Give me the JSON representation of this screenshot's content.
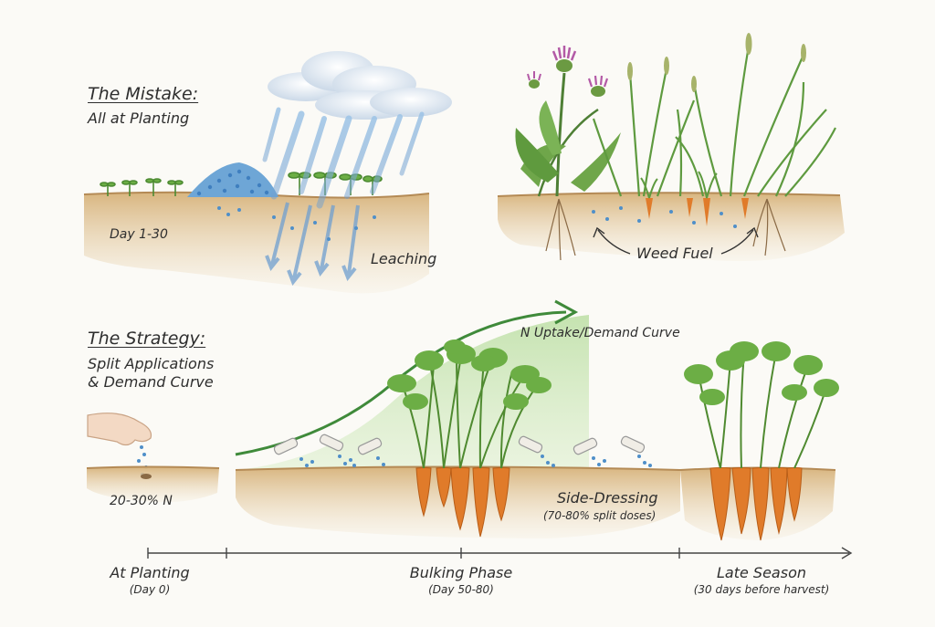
{
  "mistake": {
    "title": "The Mistake:",
    "subtitle": "All at Planting",
    "day_label": "Day 1-30",
    "leaching_label": "Leaching",
    "weed_label": "Weed Fuel"
  },
  "strategy": {
    "title": "The Strategy:",
    "subtitle_line1": "Split Applications",
    "subtitle_line2": "& Demand Curve",
    "planting_pct": "20-30% N",
    "curve_label": "N Uptake/Demand Curve",
    "side_dressing": "Side-Dressing",
    "side_dressing_detail": "(70-80% split doses)"
  },
  "timeline": {
    "stages": [
      {
        "label": "At Planting",
        "detail": "(Day 0)"
      },
      {
        "label": "Bulking Phase",
        "detail": "(Day 50-80)"
      },
      {
        "label": "Late Season",
        "detail": "(30 days before harvest)"
      }
    ]
  },
  "colors": {
    "soil": "#d9b98a",
    "fertilizer": "#4f8fc9",
    "rain": "#8ab4dc",
    "foliage": "#5a9a3a",
    "carrot": "#e07b2a",
    "curve": "#3f8a3a"
  }
}
